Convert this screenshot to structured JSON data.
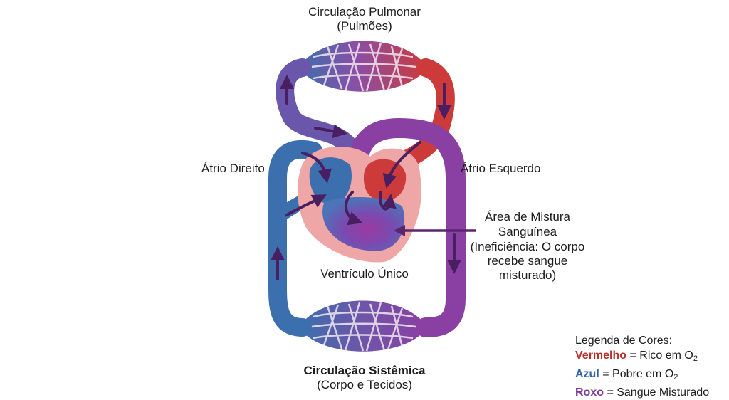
{
  "labels": {
    "pulmonary_title": "Circulação Pulmonar",
    "pulmonary_sub": "(Pulmões)",
    "right_atrium": "Átrio Direito",
    "left_atrium": "Átrio Esquerdo",
    "ventricle": "Ventrículo Único",
    "mixing_title_1": "Área de Mistura",
    "mixing_title_2": "Sanguínea",
    "mixing_note_1": "(Ineficiência: O corpo",
    "mixing_note_2": "recebe sangue",
    "mixing_note_3": "misturado)",
    "systemic_title": "Circulação Sistêmica",
    "systemic_sub": "(Corpo e Tecidos)"
  },
  "legend": {
    "title": "Legenda de Cores:",
    "red_word": "Vermelho",
    "red_text": " = Rico em O",
    "blue_word": "Azul",
    "blue_text": " = Pobre em O",
    "purple_word": "Roxo",
    "purple_text": " = Sangue Misturado",
    "subscript": "2"
  },
  "colors": {
    "oxygen_rich": "#cc3a3a",
    "oxygen_poor": "#3b6fae",
    "mixed": "#8a3fa3",
    "heart_wall": "#efa6a6",
    "arrow": "#5a2670"
  }
}
